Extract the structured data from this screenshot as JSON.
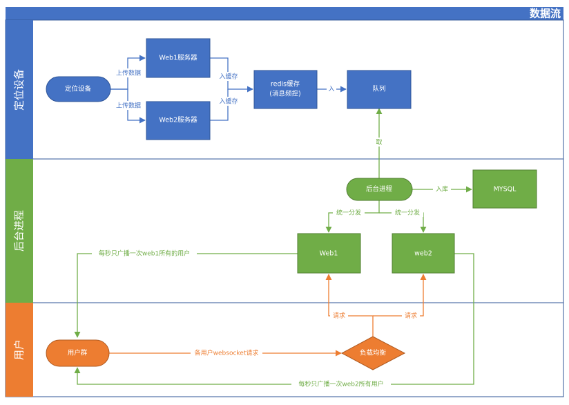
{
  "title": "数据流",
  "colors": {
    "blue": "#4472c4",
    "blue_dark": "#2f5597",
    "green": "#70ad47",
    "green_dark": "#507e32",
    "orange": "#ed7d31",
    "orange_dark": "#ae5a21"
  },
  "lanes": {
    "device": "定位设备",
    "backend": "后台进程",
    "user": "用户"
  },
  "nodes": {
    "locator": "定位设备",
    "web1_server": "Web1服务器",
    "web2_server": "Web2服务器",
    "redis_line1": "redis缓存",
    "redis_line2": "(消息频控)",
    "queue": "队列",
    "backend": "后台进程",
    "mysql": "MYSQL",
    "web1": "Web1",
    "web2": "web2",
    "users": "用户群",
    "lb": "负载均衡"
  },
  "edges": {
    "upload1": "上传数据",
    "upload2": "上传数据",
    "cache1": "入缓存",
    "cache2": "入缓存",
    "enqueue": "入",
    "take": "取",
    "store": "入库",
    "dist1": "统一分发",
    "dist2": "统一分发",
    "bcast1": "每秒只广播一次web1所有的用户",
    "req1": "请求",
    "req2": "请求",
    "ws": "各用户websocket请求",
    "bcast2": "每秒只广播一次web2所有用户"
  }
}
